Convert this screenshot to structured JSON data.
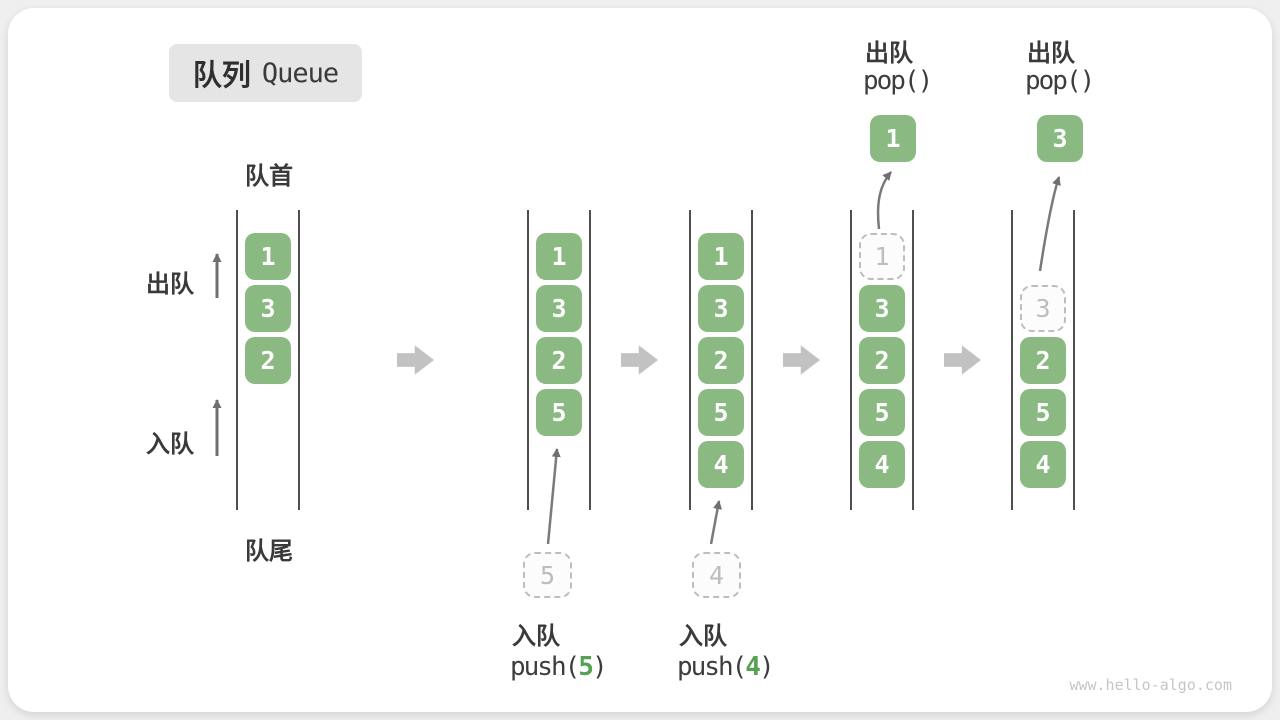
{
  "title": {
    "zh": "队列",
    "en": "Queue"
  },
  "labels": {
    "front": "队首",
    "rear": "队尾",
    "dequeue": "出队",
    "enqueue": "入队"
  },
  "watermark": "www.hello-algo.com",
  "colors": {
    "box_green": "#8aba81",
    "code_arg_green": "#56a156",
    "dashed_gray": "#bdbdbd",
    "badge_bg": "#e5e5e5",
    "arrow_gray": "#c2c2c2"
  },
  "states": [
    {
      "name": "initial",
      "boxes": [
        {
          "slot": 0,
          "value": "1",
          "dashed": false
        },
        {
          "slot": 1,
          "value": "3",
          "dashed": false
        },
        {
          "slot": 2,
          "value": "2",
          "dashed": false
        }
      ]
    },
    {
      "name": "after-push-5",
      "boxes": [
        {
          "slot": 0,
          "value": "1",
          "dashed": false
        },
        {
          "slot": 1,
          "value": "3",
          "dashed": false
        },
        {
          "slot": 2,
          "value": "2",
          "dashed": false
        },
        {
          "slot": 3,
          "value": "5",
          "dashed": false
        }
      ],
      "staging_value": "5",
      "caption_label": "入队",
      "caption_code_pre": "push(",
      "caption_code_arg": "5",
      "caption_code_post": ")"
    },
    {
      "name": "after-push-4",
      "boxes": [
        {
          "slot": 0,
          "value": "1",
          "dashed": false
        },
        {
          "slot": 1,
          "value": "3",
          "dashed": false
        },
        {
          "slot": 2,
          "value": "2",
          "dashed": false
        },
        {
          "slot": 3,
          "value": "5",
          "dashed": false
        },
        {
          "slot": 4,
          "value": "4",
          "dashed": false
        }
      ],
      "staging_value": "4",
      "caption_label": "入队",
      "caption_code_pre": "push(",
      "caption_code_arg": "4",
      "caption_code_post": ")"
    },
    {
      "name": "after-pop-1",
      "boxes": [
        {
          "slot": 0,
          "value": "1",
          "dashed": true
        },
        {
          "slot": 1,
          "value": "3",
          "dashed": false
        },
        {
          "slot": 2,
          "value": "2",
          "dashed": false
        },
        {
          "slot": 3,
          "value": "5",
          "dashed": false
        },
        {
          "slot": 4,
          "value": "4",
          "dashed": false
        }
      ],
      "popped_value": "1",
      "header_label": "出队",
      "header_code": "pop()"
    },
    {
      "name": "after-pop-3",
      "boxes": [
        {
          "slot": 1,
          "value": "3",
          "dashed": true
        },
        {
          "slot": 2,
          "value": "2",
          "dashed": false
        },
        {
          "slot": 3,
          "value": "5",
          "dashed": false
        },
        {
          "slot": 4,
          "value": "4",
          "dashed": false
        }
      ],
      "popped_value": "3",
      "header_label": "出队",
      "header_code": "pop()"
    }
  ]
}
